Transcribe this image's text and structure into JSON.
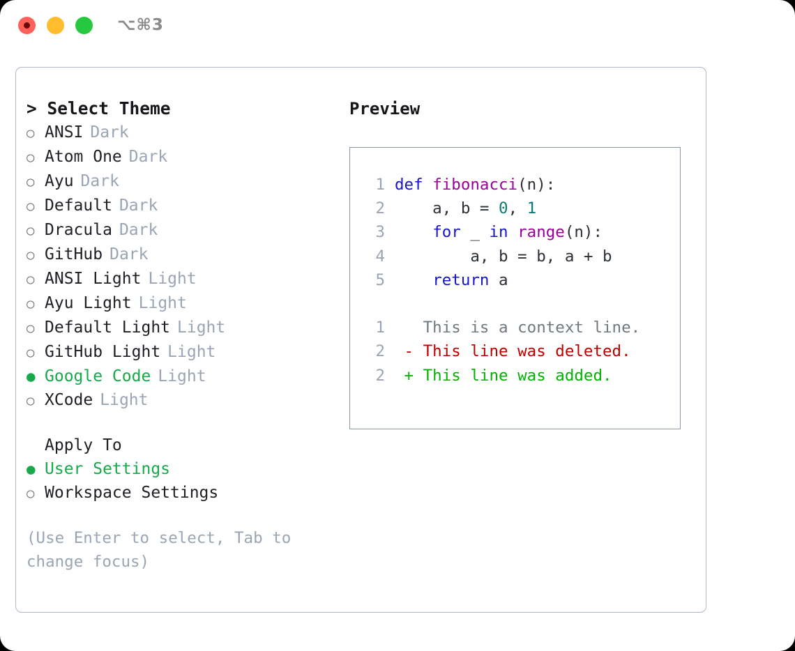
{
  "window": {
    "shortcut": "⌥⌘3",
    "traffic_lights": [
      {
        "name": "close-button",
        "color": "#ff6059"
      },
      {
        "name": "minimize-button",
        "color": "#ffbd2e"
      },
      {
        "name": "maximize-button",
        "color": "#26c83f"
      }
    ]
  },
  "theme_panel": {
    "heading": "> Select Theme",
    "marker_unselected": "○",
    "marker_selected": "●",
    "items": [
      {
        "marker": "○",
        "name": "ANSI",
        "variant": "Dark",
        "selected": false
      },
      {
        "marker": "○",
        "name": "Atom One",
        "variant": "Dark",
        "selected": false
      },
      {
        "marker": "○",
        "name": "Ayu",
        "variant": "Dark",
        "selected": false
      },
      {
        "marker": "○",
        "name": "Default",
        "variant": "Dark",
        "selected": false
      },
      {
        "marker": "○",
        "name": "Dracula",
        "variant": "Dark",
        "selected": false
      },
      {
        "marker": "○",
        "name": "GitHub",
        "variant": "Dark",
        "selected": false
      },
      {
        "marker": "○",
        "name": "ANSI Light",
        "variant": "Light",
        "selected": false
      },
      {
        "marker": "○",
        "name": "Ayu Light",
        "variant": "Light",
        "selected": false
      },
      {
        "marker": "○",
        "name": "Default Light",
        "variant": "Light",
        "selected": false
      },
      {
        "marker": "○",
        "name": "GitHub Light",
        "variant": "Light",
        "selected": false
      },
      {
        "marker": "●",
        "name": "Google Code",
        "variant": "Light",
        "selected": true
      },
      {
        "marker": "○",
        "name": "XCode",
        "variant": "Light",
        "selected": false
      }
    ]
  },
  "apply_to": {
    "heading": "Apply To",
    "items": [
      {
        "marker": "●",
        "name": "User Settings",
        "selected": true
      },
      {
        "marker": "○",
        "name": "Workspace Settings",
        "selected": false
      }
    ]
  },
  "hint": "(Use Enter to select, Tab to change focus)",
  "preview": {
    "title": "Preview",
    "code_lines": [
      {
        "num": "1",
        "tokens": [
          {
            "t": "def ",
            "c": "kw"
          },
          {
            "t": "fibonacci",
            "c": "fn"
          },
          {
            "t": "(n):",
            "c": "pln"
          }
        ]
      },
      {
        "num": "2",
        "tokens": [
          {
            "t": "    a, b = ",
            "c": "pln"
          },
          {
            "t": "0",
            "c": "num"
          },
          {
            "t": ", ",
            "c": "pln"
          },
          {
            "t": "1",
            "c": "num"
          }
        ]
      },
      {
        "num": "3",
        "tokens": [
          {
            "t": "    ",
            "c": "pln"
          },
          {
            "t": "for",
            "c": "kw"
          },
          {
            "t": " _ ",
            "c": "pln"
          },
          {
            "t": "in",
            "c": "kw"
          },
          {
            "t": " ",
            "c": "pln"
          },
          {
            "t": "range",
            "c": "fn"
          },
          {
            "t": "(n):",
            "c": "pln"
          }
        ]
      },
      {
        "num": "4",
        "tokens": [
          {
            "t": "        a, b = b, a + b",
            "c": "pln"
          }
        ]
      },
      {
        "num": "5",
        "tokens": [
          {
            "t": "    ",
            "c": "pln"
          },
          {
            "t": "return",
            "c": "kw"
          },
          {
            "t": " a",
            "c": "pln"
          }
        ]
      }
    ],
    "diff_lines": [
      {
        "num": "1",
        "tokens": [
          {
            "t": "   This is a context line.",
            "c": "ctx"
          }
        ]
      },
      {
        "num": "2",
        "tokens": [
          {
            "t": " - This line was deleted.",
            "c": "del"
          }
        ]
      },
      {
        "num": "2",
        "tokens": [
          {
            "t": " + This line was added.",
            "c": "add"
          }
        ]
      }
    ]
  },
  "colors": {
    "accent_green": "#16a94a",
    "muted": "#9aa5b4",
    "keyword": "#1414cc",
    "function": "#990099",
    "number": "#0c7a72",
    "deleted": "#c00000",
    "added": "#00b300",
    "border": "#aeb8c6"
  }
}
